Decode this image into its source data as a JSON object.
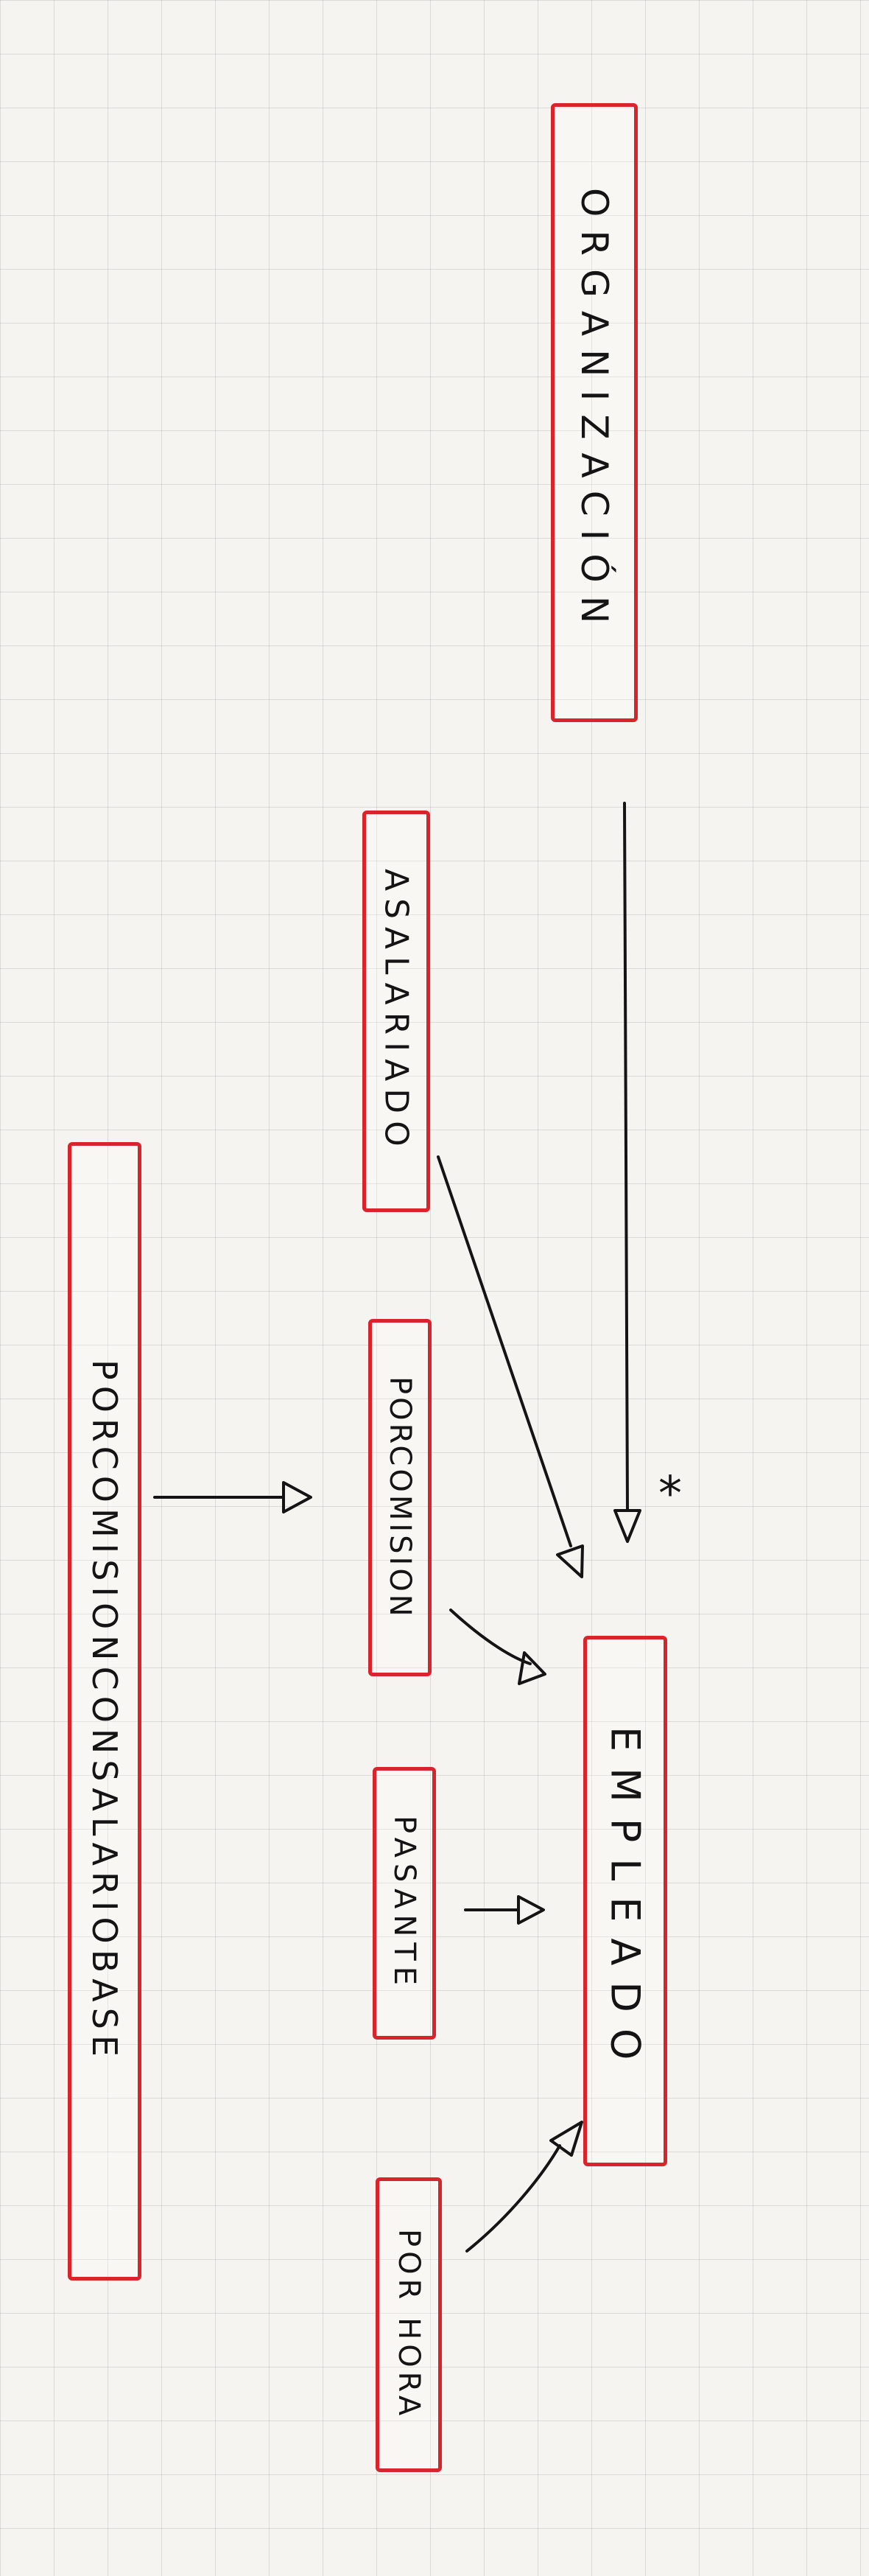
{
  "diagram": {
    "classes": {
      "organizacion": "ORGANIZACIÓN",
      "empleado": "EMPLEADO",
      "asalariado": "ASALARIADO",
      "por_comision": "PORCOMISION",
      "pasante": "PASANTE",
      "por_hora": "POR HORA",
      "por_comision_con_salario_base": "PORCOMISIONCONSALARIOBASE"
    },
    "association": {
      "from": "ORGANIZACIÓN",
      "to": "EMPLEADO",
      "multiplicity": "*"
    },
    "inheritance": [
      {
        "child": "ASALARIADO",
        "parent": "EMPLEADO"
      },
      {
        "child": "PORCOMISION",
        "parent": "EMPLEADO"
      },
      {
        "child": "PASANTE",
        "parent": "EMPLEADO"
      },
      {
        "child": "POR HORA",
        "parent": "EMPLEADO"
      },
      {
        "child": "PORCOMISIONCONSALARIOBASE",
        "parent": "PORCOMISION"
      }
    ],
    "colors": {
      "box_border": "#d9242c",
      "ink": "#141414",
      "paper": "#f6f4f1"
    }
  }
}
